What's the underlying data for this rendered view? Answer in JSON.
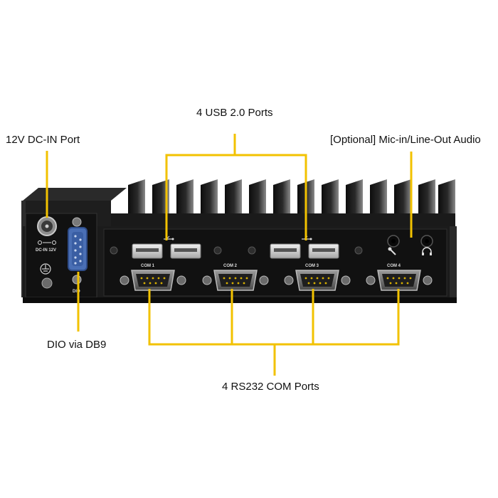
{
  "callouts": {
    "usb": "4 USB 2.0 Ports",
    "dc_in": "12V DC-IN Port",
    "audio": "[Optional] Mic-in/Line-Out Audio",
    "dio": "DIO via DB9",
    "com": "4 RS232 COM Ports"
  },
  "panel_labels": {
    "dc_in": "DC-IN 12V",
    "dio": "DIO",
    "com1": "COM 1",
    "com2": "COM 2",
    "com3": "COM 3",
    "com4": "COM 4"
  },
  "colors": {
    "callout_line": "#f2c200",
    "chassis": "#1b1b1b",
    "front_panel": "#111111",
    "db9_blue": "#4a6fb5"
  },
  "icons": [
    "usb-icon",
    "microphone-icon",
    "headphone-icon",
    "ground-icon",
    "power-polarity-icon"
  ]
}
